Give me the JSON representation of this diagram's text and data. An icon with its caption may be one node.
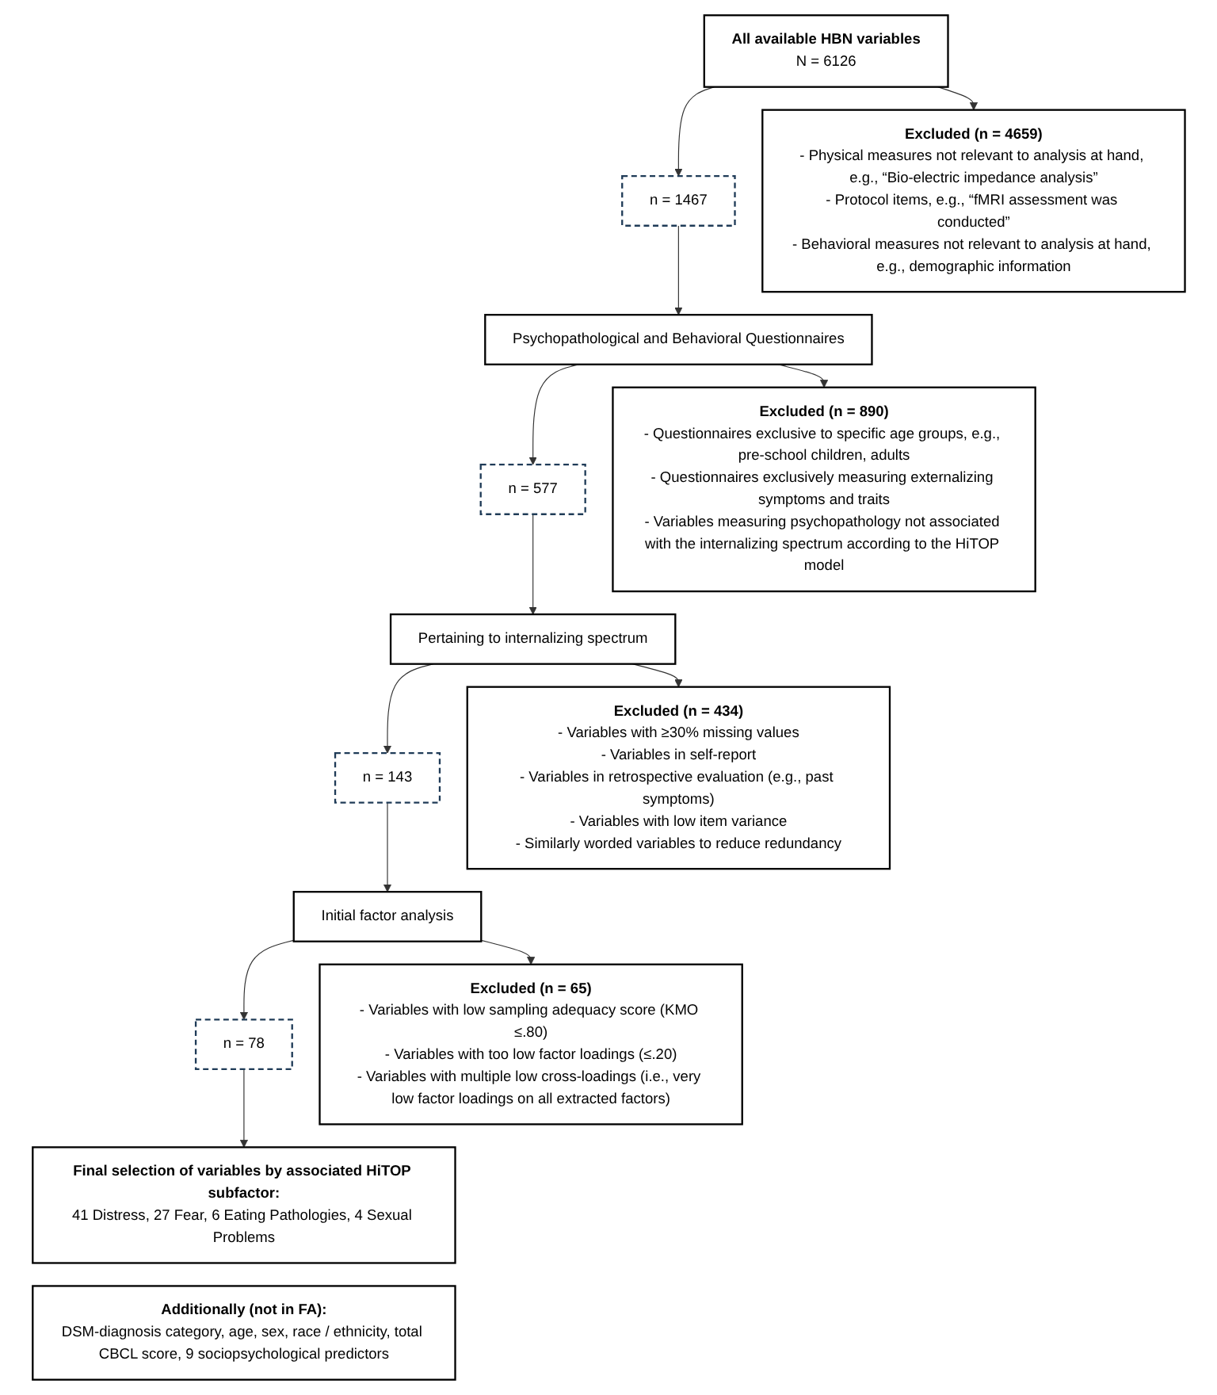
{
  "diagram": {
    "nodes": [
      {
        "text": [
          "All available HBN variables",
          "N = 6126"
        ]
      },
      {
        "text": [
          "n = 1467"
        ]
      },
      {
        "text": [
          "Psychopathological and Behavioral Questionnaires"
        ]
      },
      {
        "text": [
          "n = 577"
        ]
      },
      {
        "text": [
          "Pertaining to internalizing spectrum"
        ]
      },
      {
        "text": [
          "n = 143"
        ]
      },
      {
        "text": [
          "Initial factor analysis"
        ]
      },
      {
        "text": [
          "n = 78"
        ]
      },
      {
        "text": [
          "Final selection of variables by associated HiTOP subfactor:",
          "41 Distress, 27 Fear, 6 Eating Pathologies, 4 Sexual Problems"
        ]
      },
      {
        "text": [
          "Additionally (not in FA):",
          "DSM-diagnosis category, age, sex, race / ethnicity, total CBCL score, 9 sociopsychological predictors"
        ]
      },
      {
        "text": [
          "Excluded (n = 4659)",
          "- Physical measures not relevant to analysis at hand, e.g., “Bio-electric impedance analysis”",
          "- Protocol items, e.g., “fMRI assessment was conducted”",
          "- Behavioral measures not relevant to analysis at hand, e.g., demographic information"
        ]
      },
      {
        "text": [
          "Excluded (n = 890)",
          "- Questionnaires exclusive to specific age groups, e.g., pre-school children, adults",
          "- Questionnaires exclusively measuring externalizing symptoms and traits",
          "- Variables measuring psychopathology not associated with the internalizing spectrum according to the HiTOP model"
        ]
      },
      {
        "text": [
          "Excluded (n = 434)",
          "- Variables with ≥30% missing values",
          "- Variables in self-report",
          "- Variables in retrospective evaluation (e.g., past symptoms)",
          "- Variables with low item variance",
          "- Similarly worded variables to reduce redundancy"
        ]
      },
      {
        "text": [
          "Excluded (n = 65)",
          "- Variables with low sampling adequacy score (KMO ≤.80)",
          "- Variables with too low factor loadings (≤.20)",
          "- Variables with multiple low cross-loadings (i.e., very low factor loadings on all extracted factors)"
        ]
      }
    ],
    "edges": [
      {
        "from": 0,
        "to": 1,
        "arrow": "to"
      },
      {
        "from": 0,
        "to": 10,
        "arrow": "to"
      },
      {
        "from": 1,
        "to": 2,
        "arrow": "to"
      },
      {
        "from": 2,
        "to": 3,
        "arrow": "to"
      },
      {
        "from": 2,
        "to": 11,
        "arrow": "to"
      },
      {
        "from": 3,
        "to": 4,
        "arrow": "to"
      },
      {
        "from": 4,
        "to": 5,
        "arrow": "to"
      },
      {
        "from": 4,
        "to": 12,
        "arrow": "to"
      },
      {
        "from": 5,
        "to": 6,
        "arrow": "to"
      },
      {
        "from": 6,
        "to": 7,
        "arrow": "to"
      },
      {
        "from": 6,
        "to": 13,
        "arrow": "to"
      },
      {
        "from": 7,
        "to": 8,
        "arrow": "to"
      }
    ]
  }
}
